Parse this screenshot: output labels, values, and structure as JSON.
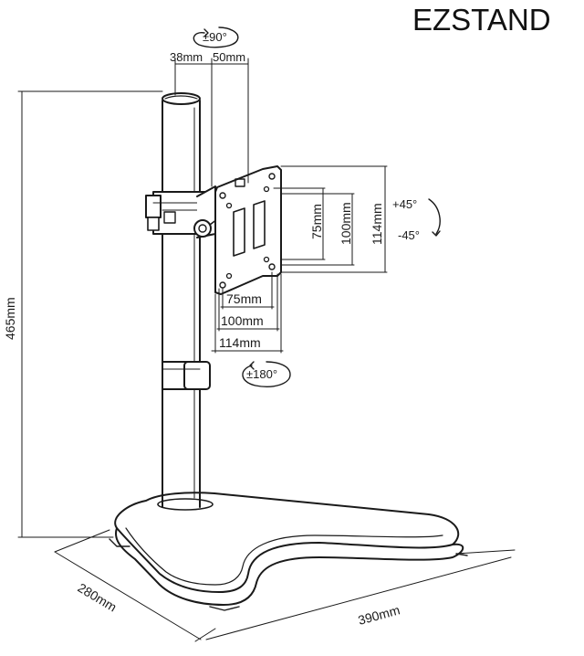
{
  "brand": "EZSTAND",
  "colors": {
    "line": "#1a1a1a",
    "background": "#ffffff"
  },
  "dimensions": {
    "height": "465mm",
    "base_depth": "280mm",
    "base_width": "390mm",
    "offset_1": "38mm",
    "offset_2": "50mm",
    "vesa_h_75": "75mm",
    "vesa_h_100": "100mm",
    "vesa_h_114": "114mm",
    "vesa_v_75": "75mm",
    "vesa_v_100": "100mm",
    "vesa_v_114": "114mm"
  },
  "rotations": {
    "swivel": "±90°",
    "rotate": "±180°",
    "tilt_up": "+45°",
    "tilt_down": "-45°"
  }
}
